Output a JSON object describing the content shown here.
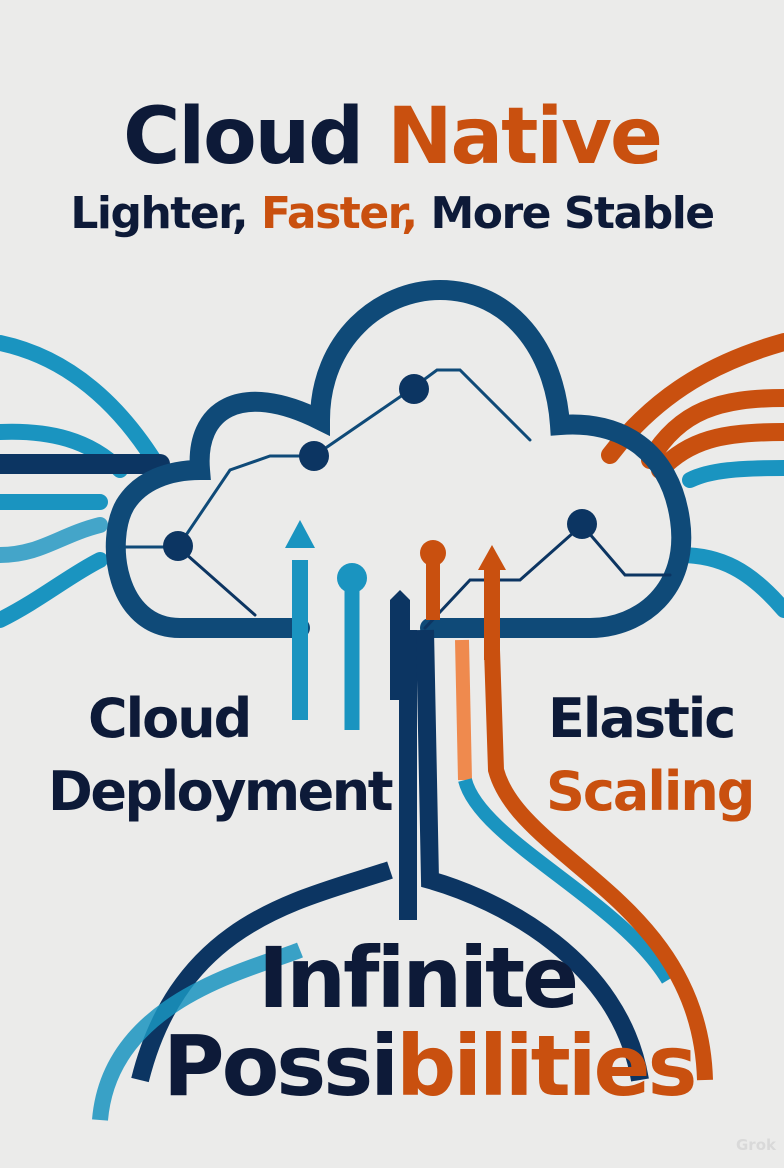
{
  "title": {
    "part1": "Cloud ",
    "part2": "Native"
  },
  "subtitle": {
    "part1": "Lighter, ",
    "part2": "Faster,",
    "part3": " More Stable"
  },
  "left_label": {
    "line1": "Cloud",
    "line2": "Deployment"
  },
  "right_label": {
    "line1": "Elastic",
    "line2": "Scaling"
  },
  "bottom_label": {
    "line1": "Infinite",
    "line2_part1": "Possi",
    "line2_part2": "bilities"
  },
  "watermark": "Grok",
  "colors": {
    "background": "#ebebea",
    "navy_text": "#0d1a38",
    "orange": "#c9500f",
    "light_orange": "#ef8a4e",
    "cloud_blue": "#0f4a78",
    "light_blue": "#1a94c0",
    "dark_navy": "#0c3562"
  },
  "icons": [
    "cloud-icon",
    "network-nodes-icon",
    "upload-arrows-icon",
    "data-streams-icon"
  ]
}
